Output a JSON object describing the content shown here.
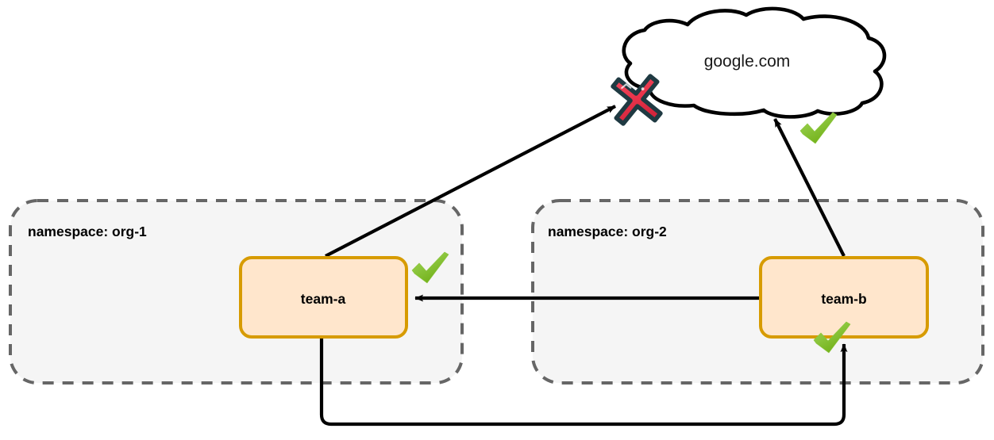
{
  "diagram": {
    "title": "network-policy-namespace-diagram",
    "background_color": "#ffffff",
    "namespaces": [
      {
        "id": "org-1",
        "label": "namespace: org-1",
        "fill": "#f5f5f5",
        "stroke": "#666666",
        "stroke_style": "dashed"
      },
      {
        "id": "org-2",
        "label": "namespace: org-2",
        "fill": "#f5f5f5",
        "stroke": "#666666",
        "stroke_style": "dashed"
      }
    ],
    "nodes": [
      {
        "id": "team-a",
        "label": "team-a",
        "fill": "#ffe6cc",
        "stroke": "#d79b00",
        "namespace": "org-1"
      },
      {
        "id": "team-b",
        "label": "team-b",
        "fill": "#ffe6cc",
        "stroke": "#d79b00",
        "namespace": "org-2"
      }
    ],
    "external": {
      "id": "google",
      "label": "google.com",
      "shape": "cloud",
      "fill": "#ffffff",
      "stroke": "#000000"
    },
    "edges": [
      {
        "id": "team-a-to-google",
        "from": "team-a",
        "to": "google.com",
        "status": "blocked",
        "marker": "x-icon",
        "stroke": "#000000"
      },
      {
        "id": "team-b-to-google",
        "from": "team-b",
        "to": "google.com",
        "status": "allowed",
        "marker": "check-icon",
        "stroke": "#000000"
      },
      {
        "id": "team-b-to-team-a",
        "from": "team-b",
        "to": "team-a",
        "status": "allowed",
        "marker": "check-icon",
        "stroke": "#000000"
      },
      {
        "id": "team-a-to-team-b",
        "from": "team-a",
        "to": "team-b",
        "status": "allowed",
        "marker": "check-icon",
        "stroke": "#000000"
      }
    ],
    "status_markers": {
      "blocked_color": "#e8334a",
      "blocked_outline": "#1f3a42",
      "allowed_color": "#8cc63e",
      "allowed_color_dark": "#6fae14"
    }
  }
}
